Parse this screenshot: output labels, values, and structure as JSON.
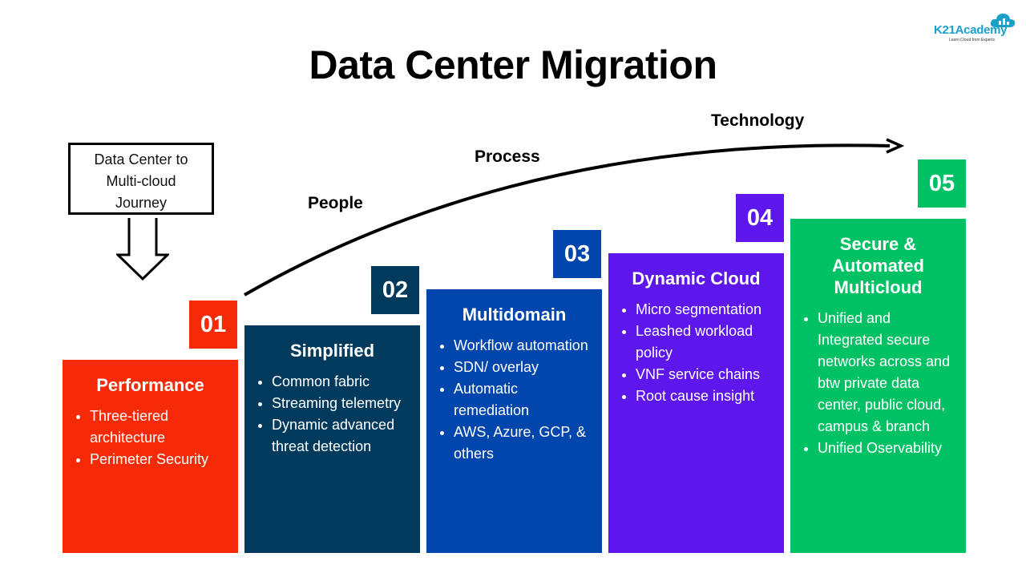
{
  "title": "Data Center Migration",
  "logo": {
    "brand": "K21Academy",
    "tagline": "Learn Cloud from Experts"
  },
  "journey_box": {
    "line1": "Data Center to",
    "line2": "Multi-cloud",
    "line3": "Journey"
  },
  "curve_labels": {
    "people": "People",
    "process": "Process",
    "technology": "Technology"
  },
  "colors": {
    "s1": "#f62a06",
    "s2": "#003a5c",
    "s3": "#0046ad",
    "s4": "#5d16ec",
    "s5": "#00c164"
  },
  "stages": [
    {
      "number": "01",
      "title": "Performance",
      "bullets": [
        "Three-tiered architecture",
        "Perimeter Security"
      ]
    },
    {
      "number": "02",
      "title": "Simplified",
      "bullets": [
        "Common fabric",
        "Streaming telemetry",
        "Dynamic advanced threat detection"
      ]
    },
    {
      "number": "03",
      "title": "Multidomain",
      "bullets": [
        "Workflow automation",
        "SDN/ overlay",
        "Automatic remediation",
        "AWS, Azure, GCP, & others"
      ]
    },
    {
      "number": "04",
      "title": "Dynamic Cloud",
      "bullets": [
        "Micro segmentation",
        "Leashed workload policy",
        "VNF service chains",
        "Root cause insight"
      ]
    },
    {
      "number": "05",
      "title": "Secure & Automated Multicloud",
      "bullets": [
        "Unified and Integrated secure networks across and btw private data center, public cloud, campus & branch",
        "Unified Oservability"
      ]
    }
  ]
}
